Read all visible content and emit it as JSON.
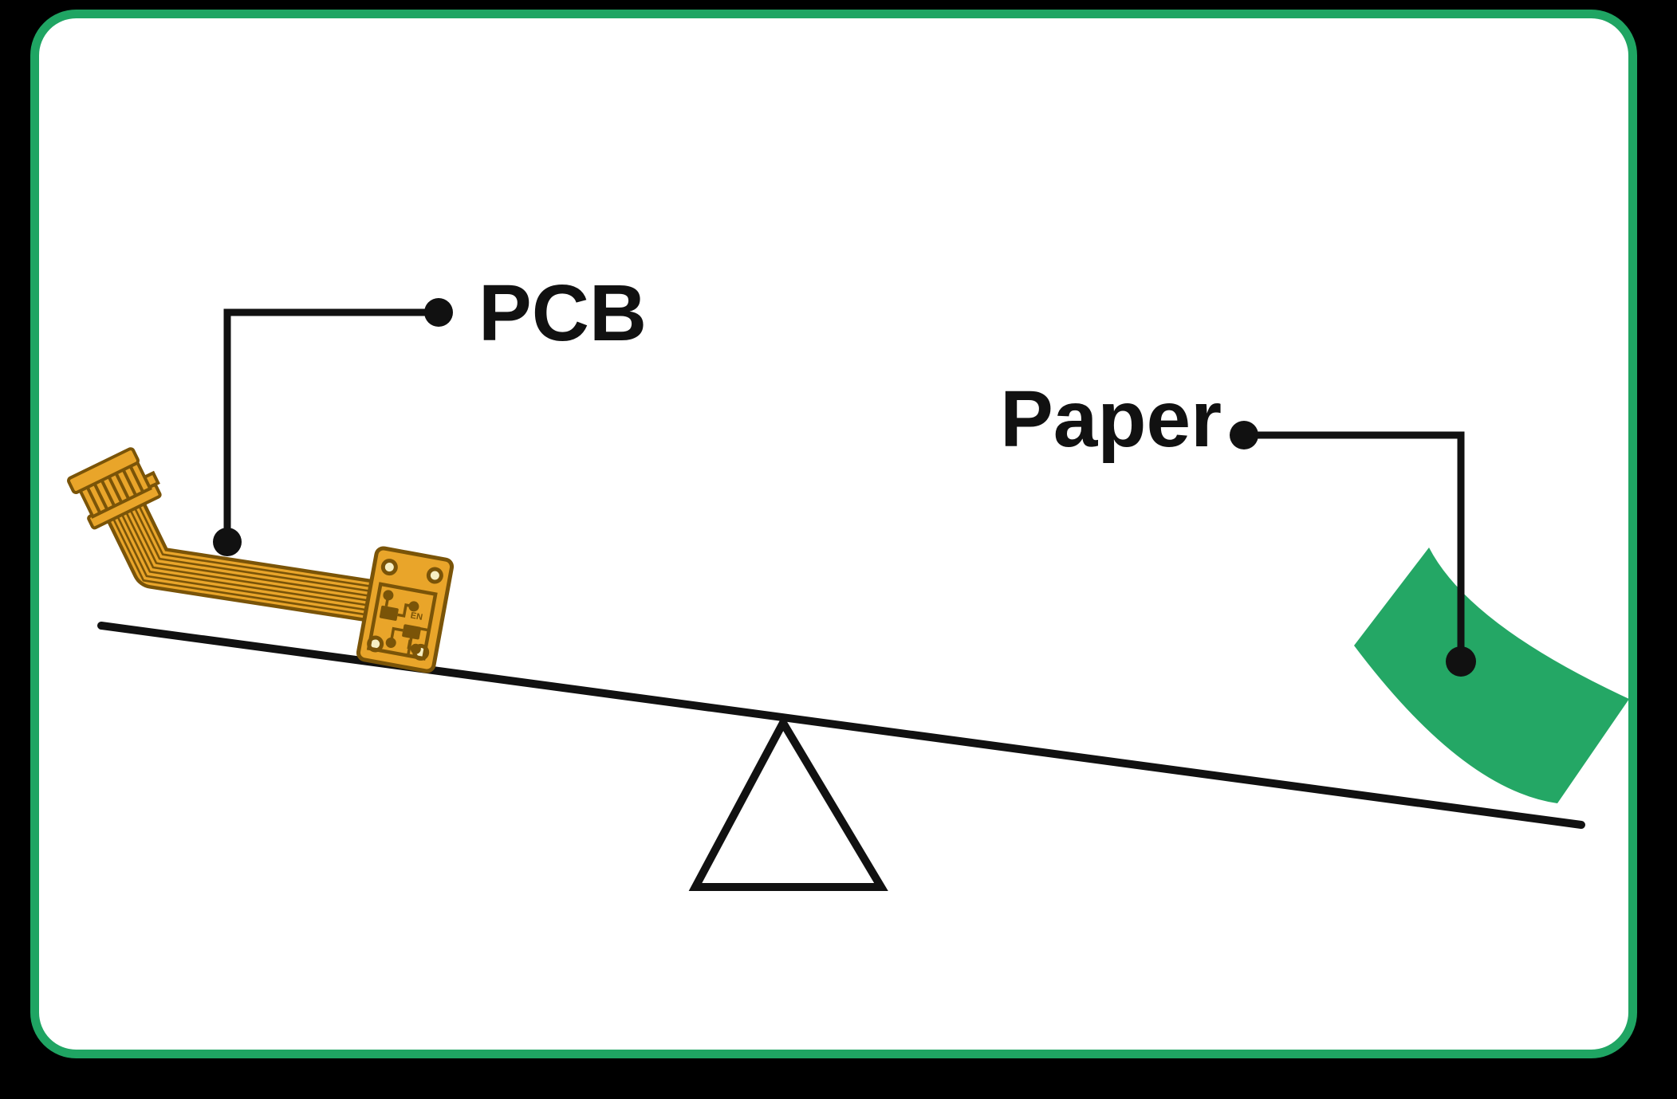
{
  "labels": {
    "pcb": "PCB",
    "paper": "Paper"
  },
  "flex_pcb": {
    "pad_silkscreen_text": "EN"
  },
  "colors": {
    "background": "#000000",
    "card": "#FFFFFF",
    "card_border_green": "#1FA563",
    "paper_green": "#24A765",
    "flex_gold": "#E9A52A",
    "flex_dark_brown": "#7A5408",
    "hole_cream": "#F6EFC4",
    "ink_black": "#111111"
  }
}
